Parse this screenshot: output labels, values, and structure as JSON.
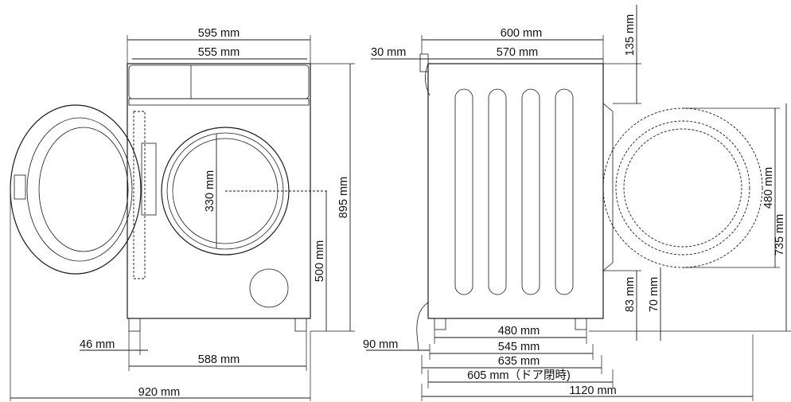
{
  "dimensions": {
    "front_total_width": "595 mm",
    "front_body_width": "555 mm",
    "drum_opening": "330 mm",
    "total_height": "895 mm",
    "door_center_height": "500 mm",
    "foot_offset": "46 mm",
    "foot_span": "588 mm",
    "door_open_width": "920 mm",
    "side_total_depth": "600 mm",
    "side_body_depth": "570 mm",
    "hose_protrusion": "30 mm",
    "top_clearance": "135 mm",
    "door_diameter": "480 mm",
    "door_top_height": "735 mm",
    "door_bottom_height_a": "83 mm",
    "door_bottom_height_b": "70 mm",
    "bottom_hose": "90 mm",
    "foot_depth": "480 mm",
    "base_depth_a": "545 mm",
    "base_depth_b": "635 mm",
    "depth_door_closed": "605 mm（ドア閉時)",
    "depth_door_open": "1120 mm"
  }
}
